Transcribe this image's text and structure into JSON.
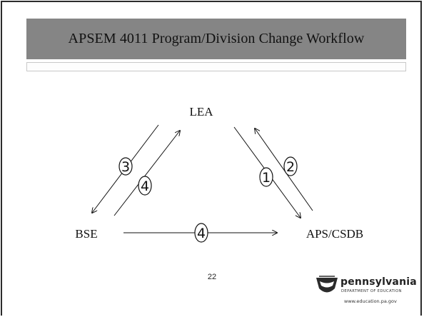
{
  "slide": {
    "title": "APSEM 4011 Program/Division Change Workflow",
    "page_number": "22"
  },
  "diagram": {
    "nodes": {
      "lea": "LEA",
      "bse": "BSE",
      "aps": "APS/CSDB"
    },
    "steps": {
      "bse_lea_down": "3",
      "bse_lea_up": "4",
      "lea_aps_down": "1",
      "aps_lea_up": "2",
      "bse_aps": "4"
    }
  },
  "logo": {
    "name": "pennsylvania",
    "department": "DEPARTMENT OF EDUCATION",
    "url": "www.education.pa.gov",
    "icon": "keystone-icon"
  }
}
